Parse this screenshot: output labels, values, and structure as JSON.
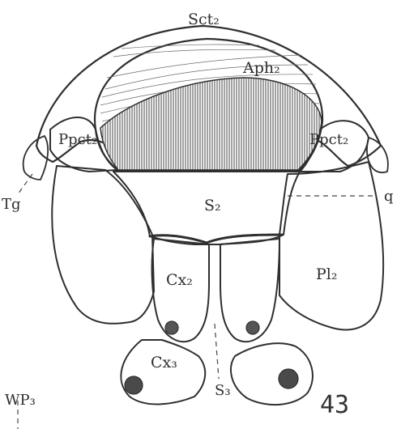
{
  "figure_number": "43",
  "labels": {
    "sct2": "Sct₂",
    "aph2": "Aph₂",
    "ppct2_left": "Ppct₂",
    "ppct2_right": "Ppct₂",
    "tg": "Tg",
    "q": "q",
    "s2": "S₂",
    "pl2": "Pl₂",
    "cx2": "Cx₂",
    "cx3": "Cx₃",
    "s3": "S₃",
    "wp3": "WP₃"
  },
  "colors": {
    "ink": "#2f2f2f",
    "paper": "#ffffff",
    "hatch": "#6a6a6a"
  }
}
